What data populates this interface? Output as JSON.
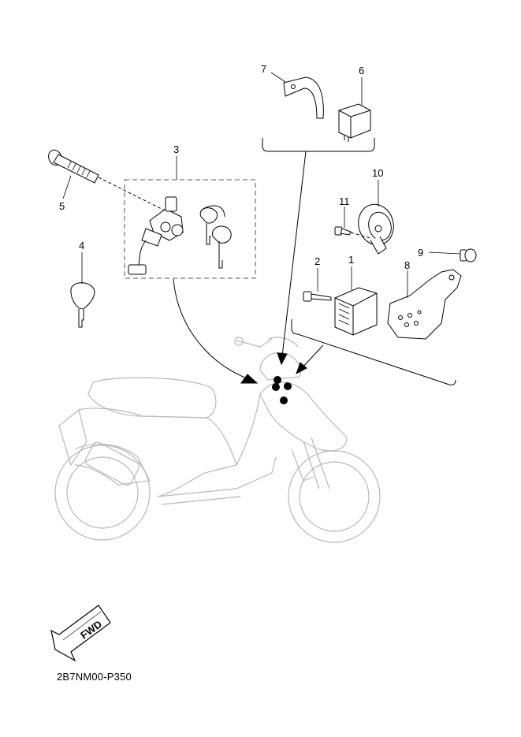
{
  "callouts": {
    "p1": "1",
    "p2": "2",
    "p3": "3",
    "p4": "4",
    "p5": "5",
    "p6": "6",
    "p7": "7",
    "p8": "8",
    "p9": "9",
    "p10": "10",
    "p11": "11"
  },
  "direction_marker": {
    "label": "FWD"
  },
  "diagram_code": "2B7NM00-P350",
  "colors": {
    "line": "#000000",
    "scooter_outline": "#b8b8b8",
    "part_fill": "#ffffff"
  }
}
